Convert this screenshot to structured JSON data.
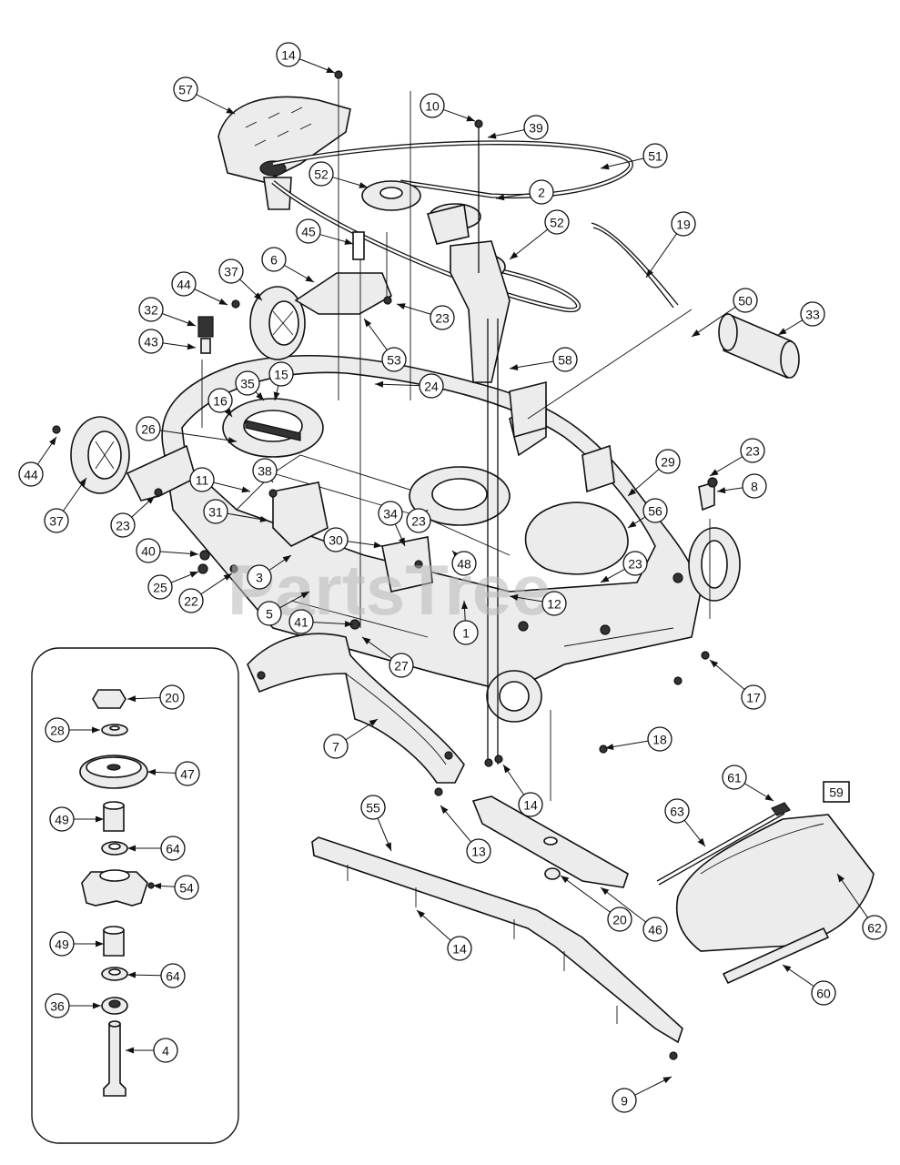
{
  "watermark": "PartsTree",
  "callouts": [
    {
      "id": "c14a",
      "label": "14"
    },
    {
      "id": "c57",
      "label": "57"
    },
    {
      "id": "c10",
      "label": "10"
    },
    {
      "id": "c39",
      "label": "39"
    },
    {
      "id": "c51",
      "label": "51"
    },
    {
      "id": "c52a",
      "label": "52"
    },
    {
      "id": "c2",
      "label": "2"
    },
    {
      "id": "c52b",
      "label": "52"
    },
    {
      "id": "c19",
      "label": "19"
    },
    {
      "id": "c45",
      "label": "45"
    },
    {
      "id": "c6",
      "label": "6"
    },
    {
      "id": "c37a",
      "label": "37"
    },
    {
      "id": "c44a",
      "label": "44"
    },
    {
      "id": "c23a",
      "label": "23"
    },
    {
      "id": "c32",
      "label": "32"
    },
    {
      "id": "c50",
      "label": "50"
    },
    {
      "id": "c33",
      "label": "33"
    },
    {
      "id": "c53",
      "label": "53"
    },
    {
      "id": "c43",
      "label": "43"
    },
    {
      "id": "c58",
      "label": "58"
    },
    {
      "id": "c15",
      "label": "15"
    },
    {
      "id": "c35",
      "label": "35"
    },
    {
      "id": "c24",
      "label": "24"
    },
    {
      "id": "c16",
      "label": "16"
    },
    {
      "id": "c26",
      "label": "26"
    },
    {
      "id": "c44b",
      "label": "44"
    },
    {
      "id": "c23b",
      "label": "23"
    },
    {
      "id": "c29",
      "label": "29"
    },
    {
      "id": "c11",
      "label": "11"
    },
    {
      "id": "c38",
      "label": "38"
    },
    {
      "id": "c8",
      "label": "8"
    },
    {
      "id": "c37b",
      "label": "37"
    },
    {
      "id": "c23c",
      "label": "23"
    },
    {
      "id": "c31",
      "label": "31"
    },
    {
      "id": "c34",
      "label": "34"
    },
    {
      "id": "c23d",
      "label": "23"
    },
    {
      "id": "c56",
      "label": "56"
    },
    {
      "id": "c30",
      "label": "30"
    },
    {
      "id": "c40",
      "label": "40"
    },
    {
      "id": "c48",
      "label": "48"
    },
    {
      "id": "c23e",
      "label": "23"
    },
    {
      "id": "c25",
      "label": "25"
    },
    {
      "id": "c22",
      "label": "22"
    },
    {
      "id": "c3",
      "label": "3"
    },
    {
      "id": "c12",
      "label": "12"
    },
    {
      "id": "c5",
      "label": "5"
    },
    {
      "id": "c41",
      "label": "41"
    },
    {
      "id": "c1",
      "label": "1"
    },
    {
      "id": "c27",
      "label": "27"
    },
    {
      "id": "c17",
      "label": "17"
    },
    {
      "id": "c20a",
      "label": "20"
    },
    {
      "id": "c28",
      "label": "28"
    },
    {
      "id": "c7",
      "label": "7"
    },
    {
      "id": "c18",
      "label": "18"
    },
    {
      "id": "c47",
      "label": "47"
    },
    {
      "id": "c14b",
      "label": "14"
    },
    {
      "id": "c61",
      "label": "61"
    },
    {
      "id": "c59",
      "label": "59"
    },
    {
      "id": "c49a",
      "label": "49"
    },
    {
      "id": "c55",
      "label": "55"
    },
    {
      "id": "c63",
      "label": "63"
    },
    {
      "id": "c13",
      "label": "13"
    },
    {
      "id": "c64a",
      "label": "64"
    },
    {
      "id": "c54",
      "label": "54"
    },
    {
      "id": "c20b",
      "label": "20"
    },
    {
      "id": "c46",
      "label": "46"
    },
    {
      "id": "c62",
      "label": "62"
    },
    {
      "id": "c14c",
      "label": "14"
    },
    {
      "id": "c49b",
      "label": "49"
    },
    {
      "id": "c64b",
      "label": "64"
    },
    {
      "id": "c60",
      "label": "60"
    },
    {
      "id": "c36",
      "label": "36"
    },
    {
      "id": "c4",
      "label": "4"
    },
    {
      "id": "c9",
      "label": "9"
    }
  ]
}
